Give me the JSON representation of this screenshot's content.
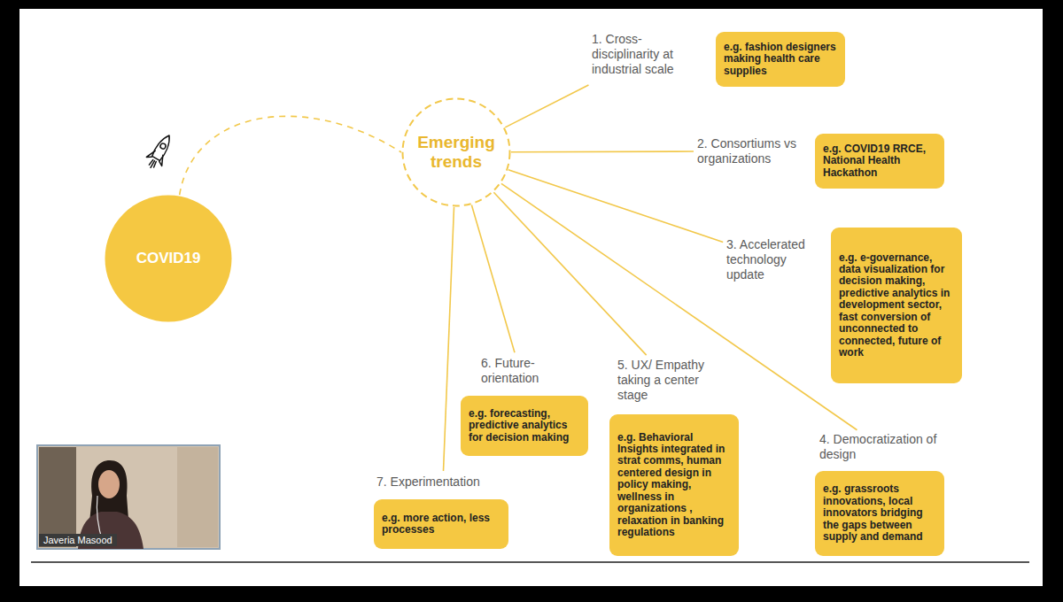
{
  "diagram": {
    "nodes": [
      {
        "text": [
          "COVID19"
        ]
      },
      {
        "text": [
          "Emerging trends"
        ]
      },
      {
        "text": [
          "1. Cross-disciplinarity at industrial scale",
          "e.g. fashion designers making health care supplies"
        ]
      },
      {
        "text": [
          "2. Consortiums vs organizations",
          "e.g. COVID19 RRCE, National Health Hackathon"
        ]
      },
      {
        "text": [
          "3. Accelerated technology update",
          "e.g. e-governance, data visualization for decision making, predictive analytics in development sector, fast conversion of unconnected to connected, future of work"
        ]
      },
      {
        "text": [
          "4. Democratization of design",
          "e.g. grassroots innovations, local innovators bridging the gaps between supply and demand"
        ]
      },
      {
        "text": [
          "5. UX/ Empathy taking a center stage",
          "e.g. Behavioral Insights integrated in strat comms, human centered design in policy making, wellness in organizations , relaxation in banking regulations"
        ]
      },
      {
        "text": [
          "6. Future-orientation",
          "e.g. forecasting, predictive analytics for decision making"
        ]
      },
      {
        "text": [
          "7. Experimentation",
          "e.g. more action, less processes"
        ]
      }
    ],
    "edges": [
      {
        "from": 0,
        "to": 1,
        "arrow": "none"
      },
      {
        "from": 1,
        "to": 2,
        "arrow": "none"
      },
      {
        "from": 1,
        "to": 3,
        "arrow": "none"
      },
      {
        "from": 1,
        "to": 4,
        "arrow": "none"
      },
      {
        "from": 1,
        "to": 5,
        "arrow": "none"
      },
      {
        "from": 1,
        "to": 6,
        "arrow": "none"
      },
      {
        "from": 1,
        "to": 7,
        "arrow": "none"
      },
      {
        "from": 1,
        "to": 8,
        "arrow": "none"
      }
    ],
    "labels": [
      "Javeria Masood"
    ]
  }
}
